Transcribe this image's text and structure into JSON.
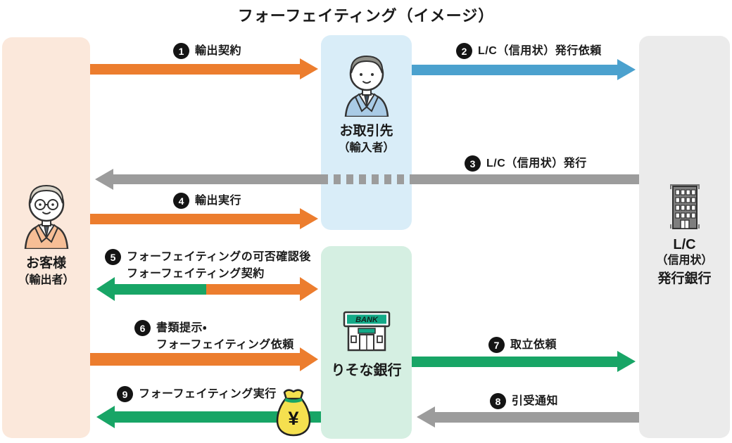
{
  "title": "フォーフェイティング（イメージ）",
  "entities": {
    "customer": {
      "name": "お客様",
      "subtitle": "（輸出者）"
    },
    "importer": {
      "name": "お取引先",
      "subtitle": "（輸入者）"
    },
    "resona_bank": {
      "name": "りそな銀行",
      "sign": "BANK"
    },
    "issuing_bank": {
      "line1": "L/C",
      "line2": "（信用状）",
      "line3": "発行銀行"
    }
  },
  "arrows": [
    {
      "num": "1",
      "label": "輸出契約",
      "color": "#EC7D2E",
      "direction": "right",
      "from": "お客様",
      "to": "お取引先"
    },
    {
      "num": "2",
      "label": "L/C（信用状）発行依頼",
      "color": "#4BA1CE",
      "direction": "right",
      "from": "お取引先",
      "to": "L/C発行銀行"
    },
    {
      "num": "3",
      "label": "L/C（信用状）発行",
      "color": "#9C9C9C",
      "direction": "left",
      "from": "L/C発行銀行",
      "to": "お客様"
    },
    {
      "num": "4",
      "label": "輸出実行",
      "color": "#EC7D2E",
      "direction": "right",
      "from": "お客様",
      "to": "お取引先"
    },
    {
      "num": "5",
      "label_line1": "フォーフェイティングの可否確認後",
      "label_line2": "フォーフェイティング契約",
      "color_left": "#18A566",
      "color_right": "#EC7D2E",
      "direction": "both",
      "from": "お客様",
      "to": "りそな銀行"
    },
    {
      "num": "6",
      "label_line1": "書類提示・",
      "label_line2": "フォーフェイティング依頼",
      "color": "#EC7D2E",
      "direction": "right",
      "from": "お客様",
      "to": "りそな銀行"
    },
    {
      "num": "7",
      "label": "取立依頼",
      "color": "#18A566",
      "direction": "right",
      "from": "りそな銀行",
      "to": "L/C発行銀行"
    },
    {
      "num": "8",
      "label": "引受通知",
      "color": "#9C9C9C",
      "direction": "left",
      "from": "L/C発行銀行",
      "to": "りそな銀行"
    },
    {
      "num": "9",
      "label": "フォーフェイティング実行",
      "color": "#18A566",
      "direction": "left",
      "from": "りそな銀行",
      "to": "お客様"
    }
  ],
  "money_bag": {
    "symbol": "¥"
  }
}
